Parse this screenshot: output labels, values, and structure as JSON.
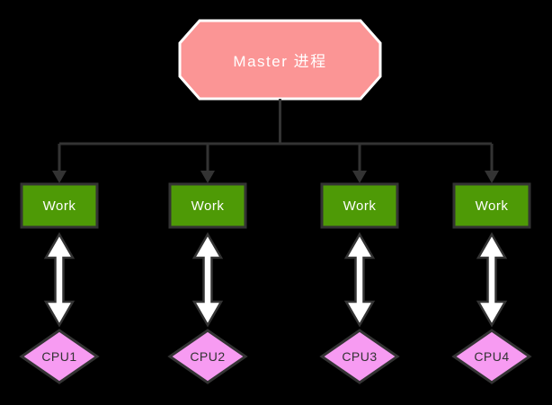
{
  "diagram": {
    "type": "flowchart",
    "background": "#000000",
    "root": {
      "label": "Master 进程",
      "shape": "octagon"
    },
    "workers": [
      {
        "label": "Work",
        "shape": "rectangle"
      },
      {
        "label": "Work",
        "shape": "rectangle"
      },
      {
        "label": "Work",
        "shape": "rectangle"
      },
      {
        "label": "Work",
        "shape": "rectangle"
      }
    ],
    "cpus": [
      {
        "label": "CPU1",
        "shape": "diamond"
      },
      {
        "label": "CPU2",
        "shape": "diamond"
      },
      {
        "label": "CPU3",
        "shape": "diamond"
      },
      {
        "label": "CPU4",
        "shape": "diamond"
      }
    ],
    "connections": [
      {
        "from": "Master 进程",
        "to": "Work #1",
        "style": "single-arrow-down"
      },
      {
        "from": "Master 进程",
        "to": "Work #2",
        "style": "single-arrow-down"
      },
      {
        "from": "Master 进程",
        "to": "Work #3",
        "style": "single-arrow-down"
      },
      {
        "from": "Master 进程",
        "to": "Work #4",
        "style": "single-arrow-down"
      },
      {
        "from": "Work #1",
        "to": "CPU1",
        "style": "double-headed-arrow"
      },
      {
        "from": "Work #2",
        "to": "CPU2",
        "style": "double-headed-arrow"
      },
      {
        "from": "Work #3",
        "to": "CPU3",
        "style": "double-headed-arrow"
      },
      {
        "from": "Work #4",
        "to": "CPU4",
        "style": "double-headed-arrow"
      }
    ]
  },
  "colors": {
    "background": "#000000",
    "master_fill": "#FB9595",
    "master_border": "#FFFFFF",
    "master_text": "#FFFFFF",
    "worker_fill": "#4E9A06",
    "worker_text": "#FFFFFF",
    "cpu_fill": "#F79BF2",
    "cpu_text": "#333333",
    "connector": "#333333",
    "arrow_fill": "#FFFFFF",
    "node_border": "#333333"
  }
}
